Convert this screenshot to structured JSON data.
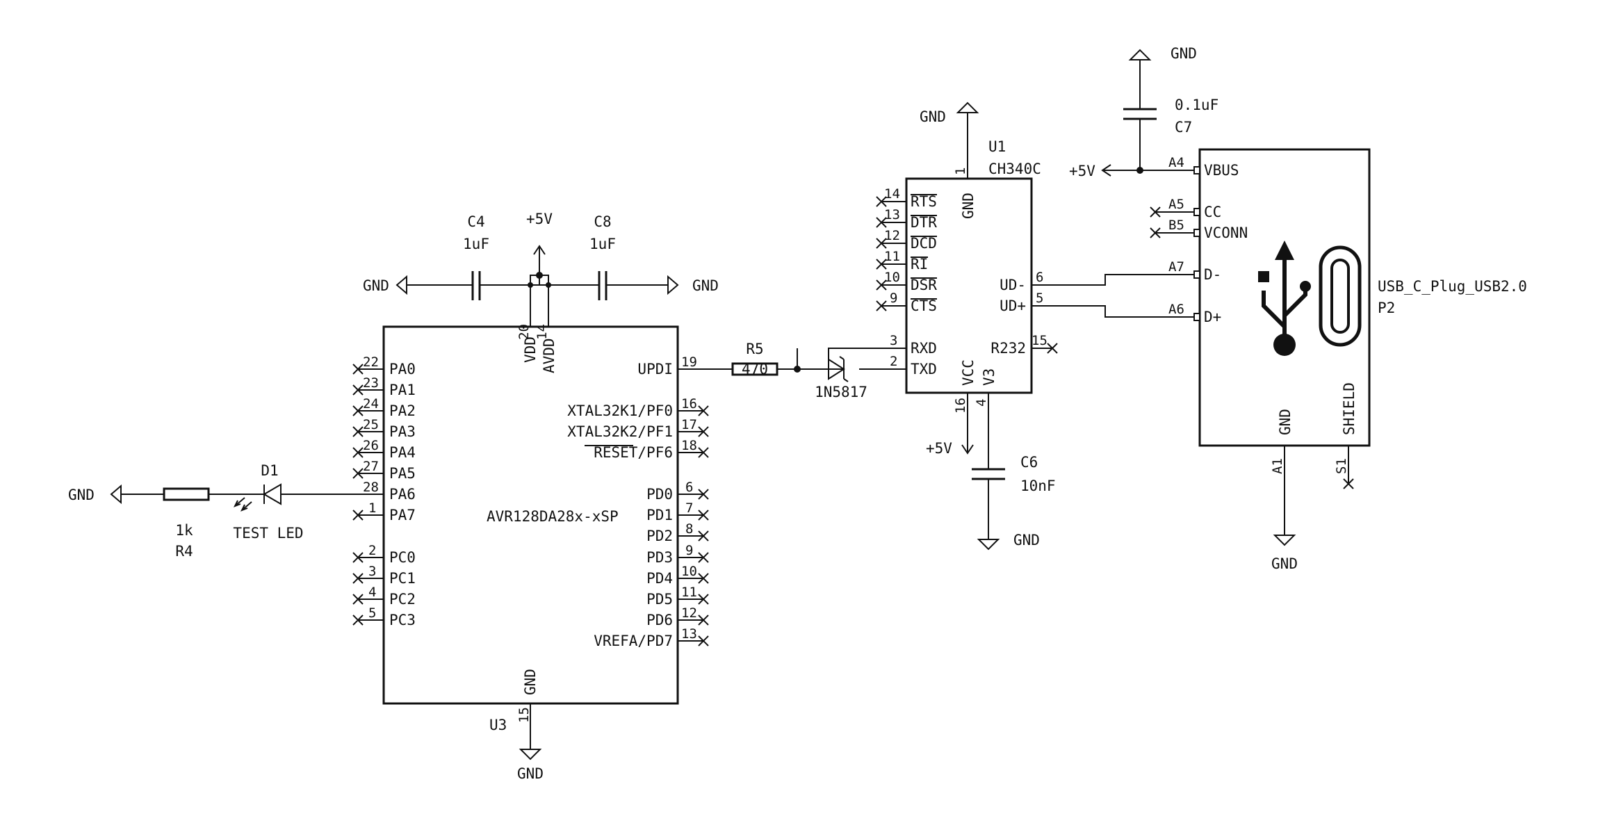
{
  "u3": {
    "ref": "U3",
    "value": "AVR128DA28x-xSP",
    "top_pins": [
      {
        "num": "20",
        "name": "VDD"
      },
      {
        "num": "14",
        "name": "AVDD"
      }
    ],
    "left_pins": [
      {
        "num": "22",
        "name": "PA0"
      },
      {
        "num": "23",
        "name": "PA1"
      },
      {
        "num": "24",
        "name": "PA2"
      },
      {
        "num": "25",
        "name": "PA3"
      },
      {
        "num": "26",
        "name": "PA4"
      },
      {
        "num": "27",
        "name": "PA5"
      },
      {
        "num": "28",
        "name": "PA6"
      },
      {
        "num": "1",
        "name": "PA7"
      },
      {
        "num": "2",
        "name": "PC0"
      },
      {
        "num": "3",
        "name": "PC1"
      },
      {
        "num": "4",
        "name": "PC2"
      },
      {
        "num": "5",
        "name": "PC3"
      }
    ],
    "right_pins": [
      {
        "num": "19",
        "name": "UPDI"
      },
      {
        "num": "16",
        "name": "XTAL32K1/PF0"
      },
      {
        "num": "17",
        "name": "XTAL32K2/PF1"
      },
      {
        "num": "18",
        "name": "RESET/PF6"
      },
      {
        "num": "6",
        "name": "PD0"
      },
      {
        "num": "7",
        "name": "PD1"
      },
      {
        "num": "8",
        "name": "PD2"
      },
      {
        "num": "9",
        "name": "PD3"
      },
      {
        "num": "10",
        "name": "PD4"
      },
      {
        "num": "11",
        "name": "PD5"
      },
      {
        "num": "12",
        "name": "PD6"
      },
      {
        "num": "13",
        "name": "VREFA/PD7"
      }
    ],
    "bottom_pin": {
      "num": "15",
      "name": "GND"
    }
  },
  "u1": {
    "ref": "U1",
    "value": "CH340C",
    "top_pin": {
      "num": "1",
      "name": "GND"
    },
    "left_pins": [
      {
        "num": "14",
        "name": "RTS"
      },
      {
        "num": "13",
        "name": "DTR"
      },
      {
        "num": "12",
        "name": "DCD"
      },
      {
        "num": "11",
        "name": "RI"
      },
      {
        "num": "10",
        "name": "DSR"
      },
      {
        "num": "9",
        "name": "CTS"
      },
      {
        "num": "3",
        "name": "RXD"
      },
      {
        "num": "2",
        "name": "TXD"
      }
    ],
    "right_pins": [
      {
        "num": "6",
        "name": "UD-"
      },
      {
        "num": "5",
        "name": "UD+"
      },
      {
        "num": "15",
        "name": "R232"
      }
    ],
    "bottom_pins": [
      {
        "num": "16",
        "name": "VCC"
      },
      {
        "num": "4",
        "name": "V3"
      }
    ]
  },
  "p2": {
    "ref": "P2",
    "value": "USB_C_Plug_USB2.0",
    "left_pins": [
      {
        "num": "A4",
        "name": "VBUS"
      },
      {
        "num": "A5",
        "name": "CC"
      },
      {
        "num": "B5",
        "name": "VCONN"
      },
      {
        "num": "A7",
        "name": "D-"
      },
      {
        "num": "A6",
        "name": "D+"
      }
    ],
    "bottom_pins": [
      {
        "num": "A1",
        "name": "GND"
      },
      {
        "num": "S1",
        "name": "SHIELD"
      }
    ]
  },
  "c4": {
    "ref": "C4",
    "value": "1uF"
  },
  "c8": {
    "ref": "C8",
    "value": "1uF"
  },
  "c7": {
    "ref": "C7",
    "value": "0.1uF"
  },
  "c6": {
    "ref": "C6",
    "value": "10nF"
  },
  "r5": {
    "ref": "R5",
    "value": "470"
  },
  "r4": {
    "ref": "R4",
    "value": "1k"
  },
  "d1": {
    "ref": "D1",
    "value": "TEST LED"
  },
  "d_schottky": {
    "value": "1N5817"
  },
  "power": {
    "gnd": "GND",
    "vcc": "+5V"
  }
}
